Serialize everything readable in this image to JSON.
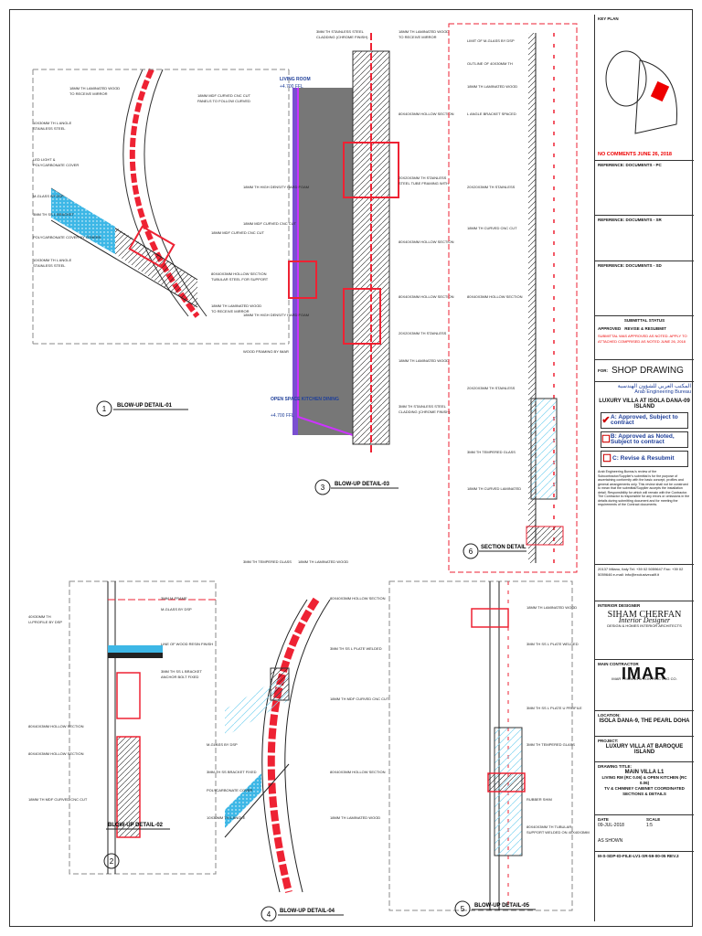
{
  "details": {
    "d1": {
      "number": "1",
      "title": "BLOW-UP DETAIL-01"
    },
    "d2": {
      "number": "2",
      "title": "BLOW-UP DETAIL-02"
    },
    "d3": {
      "number": "3",
      "title": "BLOW-UP DETAIL-03"
    },
    "d4": {
      "number": "4",
      "title": "BLOW-UP DETAIL-04"
    },
    "d5": {
      "number": "5",
      "title": "BLOW-UP DETAIL-05"
    },
    "d6": {
      "number": "6",
      "title": "SECTION DETAIL"
    }
  },
  "labels_d3": {
    "living_room": "LIVING ROOM",
    "living_level": "+4.700 FFL",
    "open_space": "OPEN SPACE KITCHEN DINING",
    "open_level": "+4.700 FFL"
  },
  "title_block": {
    "key_plan": "KEY PLAN",
    "comments_date": "NO COMMENTS JUNE 26, 2018",
    "ref1": "REFERENCE: DOCUMENTS - PC",
    "ref2": "REFERENCE: DOCUMENTS - SR",
    "ref3": "REFERENCE: DOCUMENTS - SD",
    "submittal_status": "SUBMITTAL STATUS",
    "approved": "APPROVED",
    "revise_resubmit": "REVISE & RESUBMIT",
    "red_note": "SUBMITTAL WAS APPROVED AS NOTED. APPLY TO ATTACHED COMPRISED AS NOTED JUNE 26, 2018",
    "for": "FOR:",
    "shop_dwg": "SHOP DRAWING",
    "aeb_name_ar": "المكتب العربي للشؤون الهندسية",
    "aeb_name": "Arab Engineering Bureau",
    "project": "LUXURY VILLA AT ISOLA DANA-09 ISLAND",
    "opt_a": "A: Approved, Subject to contract",
    "opt_b": "B: Approved as Noted, Subject to contract",
    "opt_c": "C: Revise & Resubmit",
    "disclaimer": "Arab Engineering Bureau's review of the Subcontractor/Supplier's submittal is for the purpose of ascertaining conformity with the basic concept, profiles and general arrangements only. This review shall not be construed to mean that the submittal/Supplier accepts the installation detail. Responsibility for which will remain with the Contractor. The Contractor is responsible for any errors or omissions in the details during submitting document and for meeting the requirements of the Contract documents.",
    "address": "20137 Milano, Italy Tel: +39 02 5059647 Fax: +39 02 5059646 e-mail: info@exclusivecalif.it",
    "interior_label": "INTERIOR DESIGNER",
    "designer_name": "SIHAM CHERFAN",
    "designer_title": "Interior Designer",
    "designer_contact": "DESIGN & HOMES INTERIOR ARCHITECTS",
    "contractor_label": "MAIN CONTRACTOR",
    "contractor_logo": "IMAR",
    "contractor_sub": "IMAR TRADING & CONTRACTING CO.",
    "location_label": "LOCATION:",
    "location": "ISOLA DANA-9, THE PEARL DOHA",
    "project_label": "PROJECT:",
    "project_name": "LUXURY VILLA AT BAROQUE ISLAND",
    "drawing_label": "DRAWING TITLE:",
    "drawing_title_1": "MAIN VILLA L1",
    "drawing_title_2": "LIVING RM (RC 0.06) & OPEN KITCHEN (RC 0.06)",
    "drawing_title_3": "TV & CHIMNEY CABINET COORDINATED",
    "drawing_title_4": "SECTIONS & DETAILS",
    "date_label": "DATE",
    "date": "09-JUL-2018",
    "scale_label": "SCALE",
    "scale": "1:5",
    "sheet_no": "AS SHOWN",
    "drawing_no": "M-S-SDP-ID-FILE-LV1-SR-59-00-05 REV.3"
  }
}
